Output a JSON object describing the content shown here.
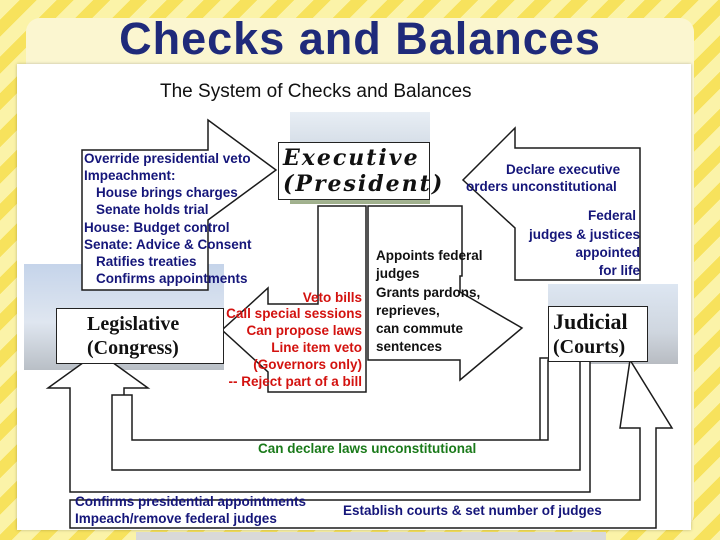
{
  "slide_title": "Checks and Balances",
  "diagram_title": "The System of Checks and Balances",
  "branches": {
    "executive": {
      "line1": "Executive",
      "line2": "(President)"
    },
    "legislative": {
      "line1": "Legislative",
      "line2": "(Congress)"
    },
    "judicial": {
      "line1": "Judicial",
      "line2": "(Courts)"
    }
  },
  "legislative_on_executive": [
    "Override presidential veto",
    "Impeachment:",
    "House brings charges",
    "Senate holds trial",
    "House: Budget control",
    "Senate: Advice & Consent",
    "Ratifies treaties",
    "Confirms appointments"
  ],
  "judicial_on_executive": [
    "Declare executive",
    "orders unconstitutional"
  ],
  "executive_on_judicial_appointments": [
    "Federal",
    "judges & justices",
    "appointed",
    "for life"
  ],
  "executive_on_judicial": [
    "Appoints federal",
    "judges",
    "Grants pardons,",
    "reprieves,",
    "can commute",
    "sentences"
  ],
  "executive_on_legislative": [
    "Veto bills",
    "Call special sessions",
    "Can propose laws",
    "Line item veto",
    "(Governors only)",
    "-- Reject part of a bill"
  ],
  "judicial_on_legislative": "Can declare laws unconstitutional",
  "legislative_on_judicial_left": [
    "Confirms presidential appointments",
    "Impeach/remove federal judges"
  ],
  "legislative_on_judicial_right": "Establish courts & set number of judges",
  "colors": {
    "title": "#1f2a7a",
    "navy": "#15167a",
    "red": "#d3120f",
    "green": "#1a7a1a"
  }
}
